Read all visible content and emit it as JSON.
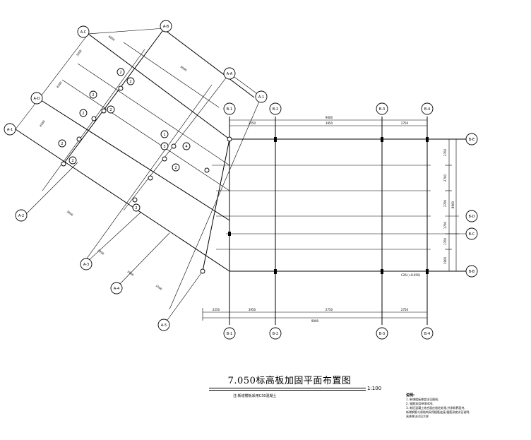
{
  "drawing": {
    "title": "7.050标高板加固平面布置图",
    "scale": "1:100",
    "subtitle": "注:新增楼板采用C30混凝土",
    "notes_title": "说明:",
    "notes": [
      "1. 新增楼板厚度详见图纸;",
      "2. 钢筋采用HRB400;",
      "3. 新旧混凝土结合面应凿毛处理,并涂刷界面剂,",
      "   新增钢筋与原结构采用植筋连接,植筋深度详见说明,",
      "   具体做法详见大样."
    ]
  },
  "axes": {
    "top_right": [
      "B-1",
      "B-2",
      "B-3",
      "B-4"
    ],
    "bottom_right": [
      "B-1",
      "B-2",
      "B-3",
      "B-4"
    ],
    "right_side": [
      "B-E",
      "B-D",
      "B-C",
      "B-B"
    ],
    "diagonal_left": [
      "A-1",
      "A-2",
      "A-3",
      "A-4",
      "A-5"
    ],
    "diagonal_top": [
      "A-D",
      "A-C",
      "A-B",
      "A-A"
    ]
  },
  "dimensions": {
    "top_total": "9000",
    "top_segments": [
      "2250",
      "3950",
      "2750"
    ],
    "bottom_total": "9000",
    "bottom_segments": [
      "2250",
      "3950",
      "2750"
    ],
    "right_total": "8900",
    "right_segments": [
      "2700",
      "2700",
      "2700",
      "1700",
      "1700",
      "1900"
    ],
    "diagonal_top": [
      "4800",
      "3200",
      "4200",
      "3000"
    ],
    "diagonal_left": [
      "4500",
      "3000",
      "2900",
      "2900",
      "1500"
    ],
    "spot_label": "C26 (+8.050)"
  },
  "callouts": [
    "1",
    "2",
    "3",
    "4"
  ]
}
